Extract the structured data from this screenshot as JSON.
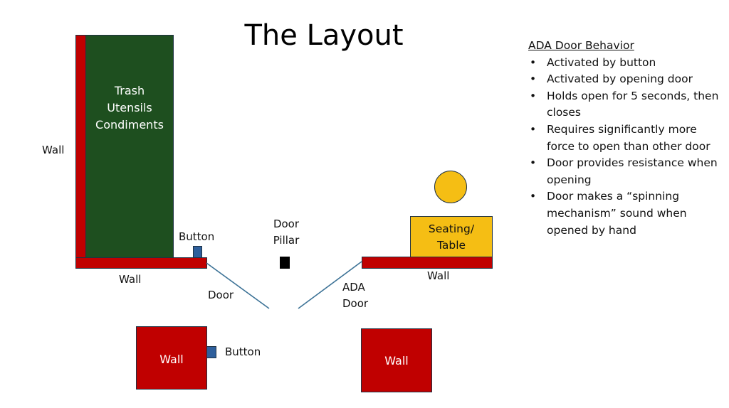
{
  "title": "The Layout",
  "colors": {
    "wall": "#c00000",
    "station": "#1e4f1f",
    "seating": "#f5be14",
    "button": "#2e5f9c",
    "door_line": "#3c7296",
    "pillar": "#000000"
  },
  "elements": {
    "station_lines": [
      "Trash",
      "Utensils",
      "Condiments"
    ],
    "left_wall_label": "Wall",
    "lower_left_wall_label": "Wall",
    "button_top_label": "Button",
    "door_pillar_label": [
      "Door",
      "Pillar"
    ],
    "door_label": "Door",
    "ada_door_label": [
      "ADA",
      "Door"
    ],
    "seating_label": [
      "Seating/",
      "Table"
    ],
    "right_wall_label": "Wall",
    "bottom_left_block_label": "Wall",
    "bottom_right_block_label": "Wall",
    "button_bottom_label": "Button"
  },
  "ada_panel": {
    "heading": "ADA Door Behavior",
    "items": [
      "Activated by button",
      "Activated by opening door",
      "Holds open for 5 seconds, then closes",
      "Requires significantly more force to open than other door",
      "Door provides resistance when opening",
      "Door makes a “spinning mechanism” sound when opened by hand"
    ]
  }
}
